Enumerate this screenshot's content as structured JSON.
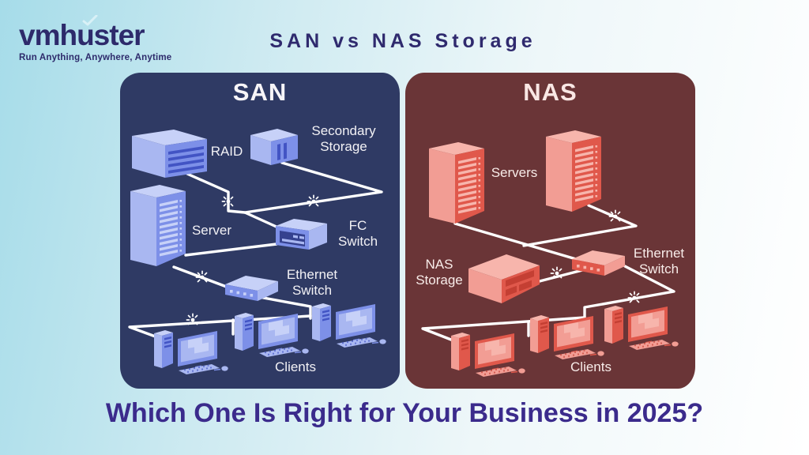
{
  "header": {
    "brand": "vmhuster",
    "tagline": "Run Anything, Anywhere, Anytime",
    "title": "SAN vs NAS Storage"
  },
  "san": {
    "title": "SAN",
    "labels": {
      "raid": "RAID",
      "secondary_storage": "Secondary Storage",
      "server": "Server",
      "fc_switch": "FC Switch",
      "ethernet_switch": "Ethernet Switch",
      "clients": "Clients"
    }
  },
  "nas": {
    "title": "NAS",
    "labels": {
      "servers": "Servers",
      "nas_storage": "NAS Storage",
      "ethernet_switch": "Ethernet Switch",
      "clients": "Clients"
    }
  },
  "footer": {
    "headline": "Which One Is Right for Your Business in 2025?"
  },
  "colors": {
    "background_left": "#a6dce9",
    "background_right": "#ffffff",
    "san_panel": "#2f3a64",
    "nas_panel": "#6a3537",
    "san_device_light": "#a9b7f1",
    "san_device_mid": "#7d90e8",
    "nas_device_light": "#f29d94",
    "nas_device_mid": "#e0584b",
    "wire": "#ffffff",
    "brand_text": "#2d2a6b",
    "title_text": "#2f2a6e",
    "headline_text": "#3b2b8c",
    "panel_label_text": "#f2f1f5"
  }
}
